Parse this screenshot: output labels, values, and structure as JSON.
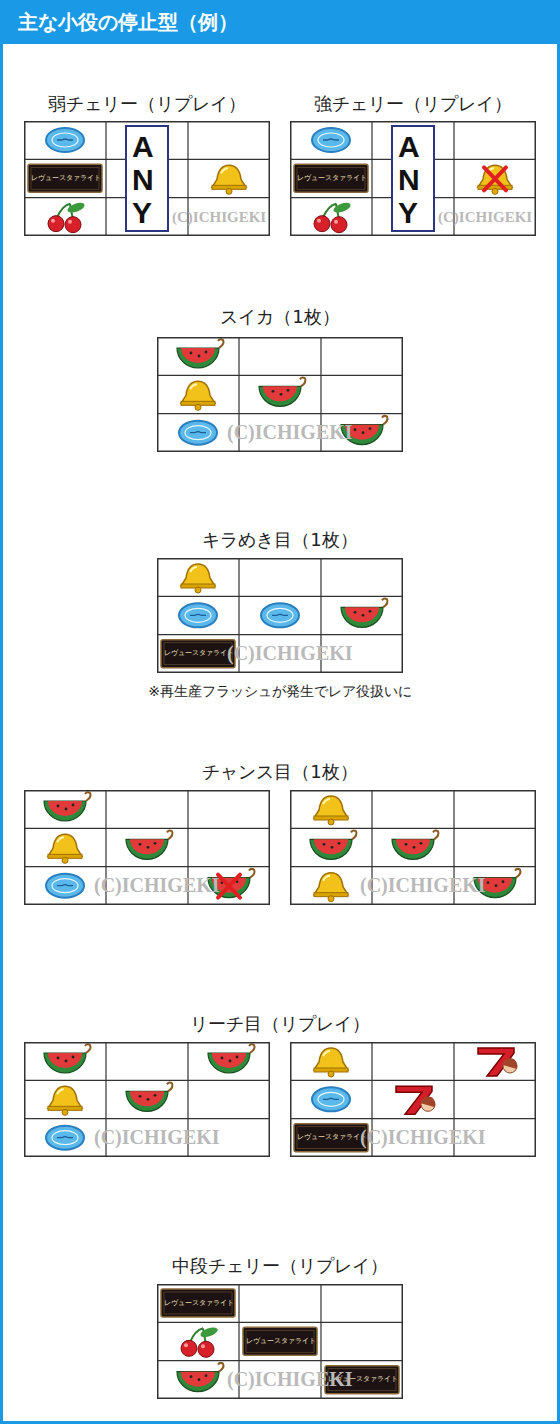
{
  "diagram": {
    "title": "主な小役の停止型（例）",
    "nodes": [
      {
        "text": [
          "弱チェリー（リプレイ）"
        ]
      },
      {
        "text": [
          "(C)ICHIGEKI"
        ],
        "in": 0
      },
      {
        "text": [
          "ANY"
        ],
        "in": 1
      },
      {
        "text": [
          "強チェリー（リプレイ）"
        ]
      },
      {
        "text": [
          "(C)ICHIGEKI"
        ],
        "in": 3
      },
      {
        "text": [
          "ANY"
        ],
        "in": 4
      },
      {
        "text": [
          "スイカ（1枚）"
        ]
      },
      {
        "text": [
          "(C)ICHIGEKI"
        ],
        "in": 6
      },
      {
        "text": [
          "キラめき目（1枚）",
          "※再生産フラッシュが発生でレア役扱いに"
        ]
      },
      {
        "text": [
          "(C)ICHIGEKI"
        ],
        "in": 8
      },
      {
        "text": [
          "チャンス目（1枚）"
        ]
      },
      {
        "text": [
          "(C)ICHIGEKI"
        ],
        "in": 10
      },
      {
        "text": [
          "(C)ICHIGEKI"
        ],
        "in": 10
      },
      {
        "text": [
          "リーチ目（リプレイ）"
        ]
      },
      {
        "text": [
          "(C)ICHIGEKI"
        ],
        "in": 13
      },
      {
        "text": [
          "(C)ICHIGEKI"
        ],
        "in": 13
      },
      {
        "text": [
          "中段チェリー（リプレイ）"
        ]
      },
      {
        "text": [
          "(C)ICHIGEKI"
        ],
        "in": 16
      }
    ],
    "labels": [
      "レヴュースタァライト",
      "レヴュースタァライト",
      "レヴュースタァライト",
      "レヴュースタァライト",
      "レヴュースタァライト",
      "レヴュースタァライト",
      "レヴュースタァライト"
    ]
  }
}
